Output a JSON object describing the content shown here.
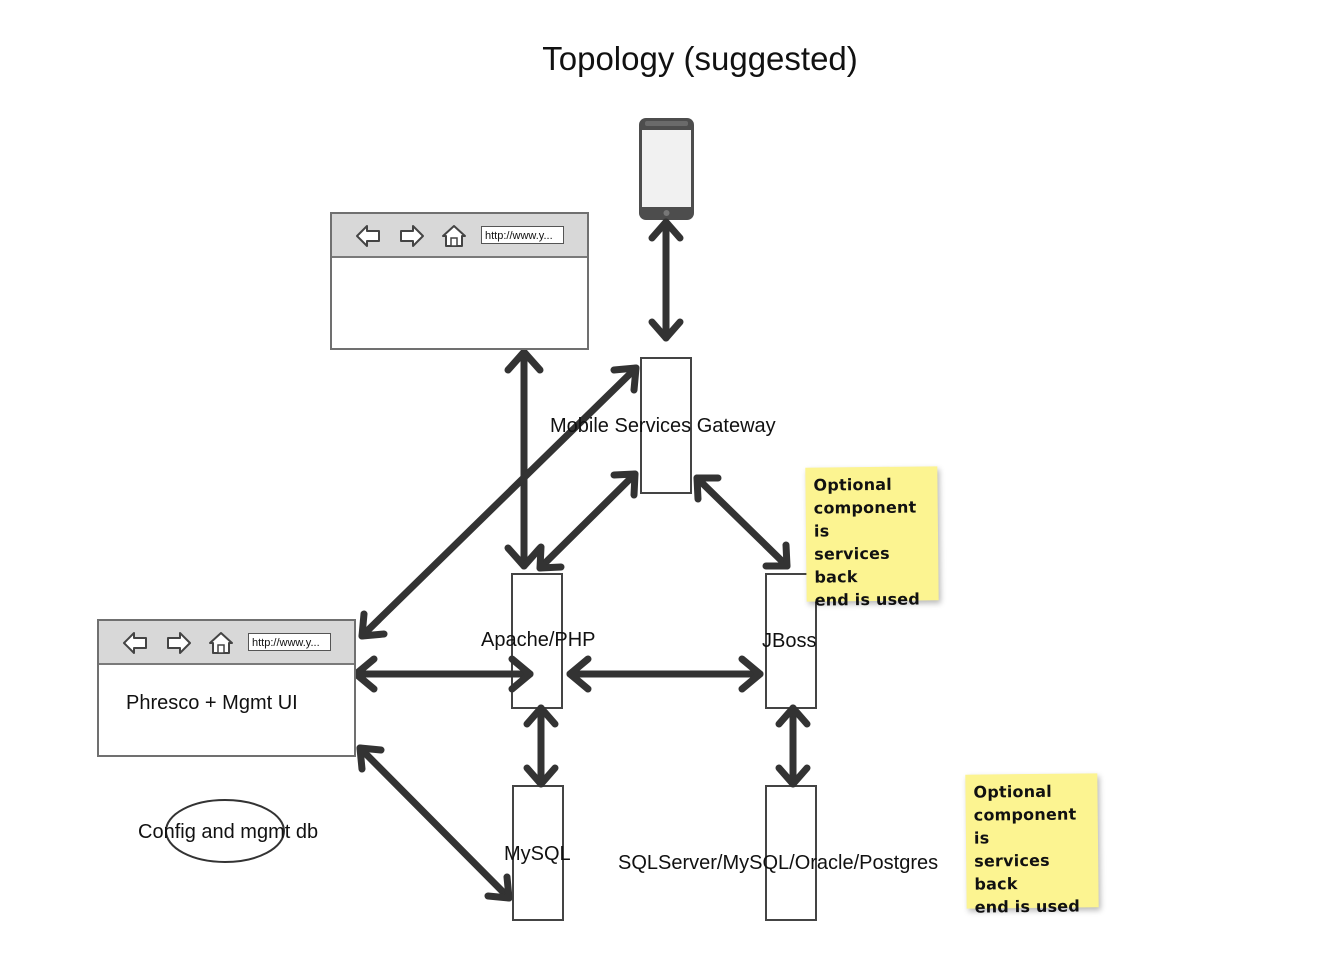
{
  "diagram": {
    "title": "Topology (suggested)",
    "nodes": {
      "gateway": "Mobile Services Gateway",
      "apache": "Apache/PHP",
      "jboss": "JBoss",
      "mysql": "MySQL",
      "sqlserver": "SQLServer/MySQL/Oracle/Postgres",
      "mgmt_ui": "Phresco + Mgmt UI",
      "config_db": "Config and mgmt db"
    },
    "browsers": {
      "top_url": "http://www.y...",
      "mgmt_url": "http://www.y..."
    },
    "notes": {
      "jboss_note": [
        "Optional",
        "component is",
        "services back",
        "end is used"
      ],
      "db_note": [
        "Optional",
        "component is",
        "services back",
        "end is used"
      ]
    },
    "icons": {
      "back": "arrow-left-icon",
      "forward": "arrow-right-icon",
      "home": "home-icon",
      "phone": "mobile-phone-icon"
    },
    "colors": {
      "arrow": "#333333",
      "note": "#fcf491",
      "browser_bar": "#d8d8d8"
    }
  }
}
